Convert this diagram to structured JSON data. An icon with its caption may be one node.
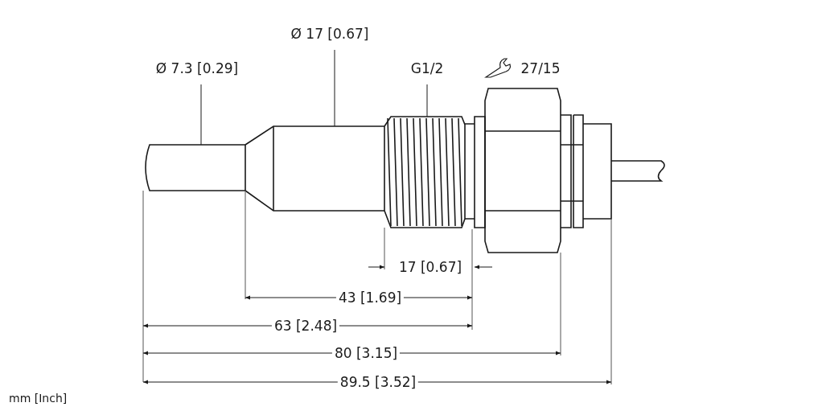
{
  "diagram": {
    "nodes": [
      {
        "text": [
          "Ø 7.3 [0.29]"
        ]
      },
      {
        "text": [
          "Ø 17 [0.67]"
        ]
      },
      {
        "text": [
          "G1/2"
        ]
      }
    ],
    "edges": [
      {
        "from": 0,
        "to": null,
        "arrow": "none"
      },
      {
        "from": 1,
        "to": null,
        "arrow": "none"
      },
      {
        "from": 2,
        "to": null,
        "arrow": "none"
      }
    ],
    "labels": [
      "27/15",
      "17 [0.67]",
      "43 [1.69]",
      "63 [2.48]",
      "80 [3.15]",
      "89.5 [3.52]",
      "mm [Inch]"
    ]
  }
}
